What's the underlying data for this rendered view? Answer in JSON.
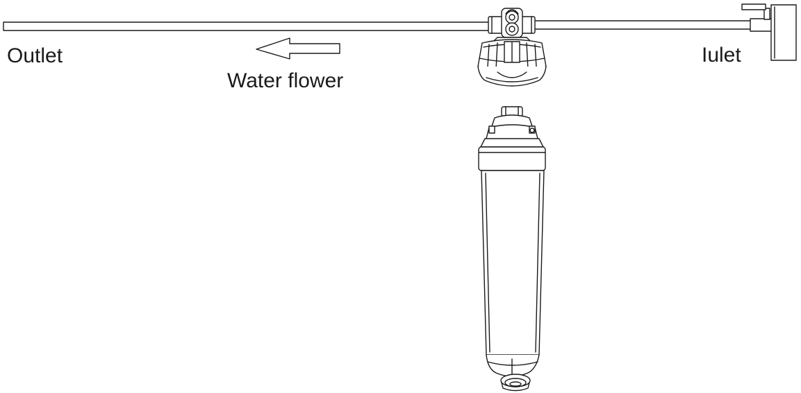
{
  "labels": {
    "outlet": "Outlet",
    "flow_direction": "Water flower",
    "inlet": "Iulet"
  },
  "colors": {
    "stroke": "#1a1a1a",
    "fill": "#ffffff"
  },
  "icons": [
    "flow-direction-arrow-icon"
  ]
}
